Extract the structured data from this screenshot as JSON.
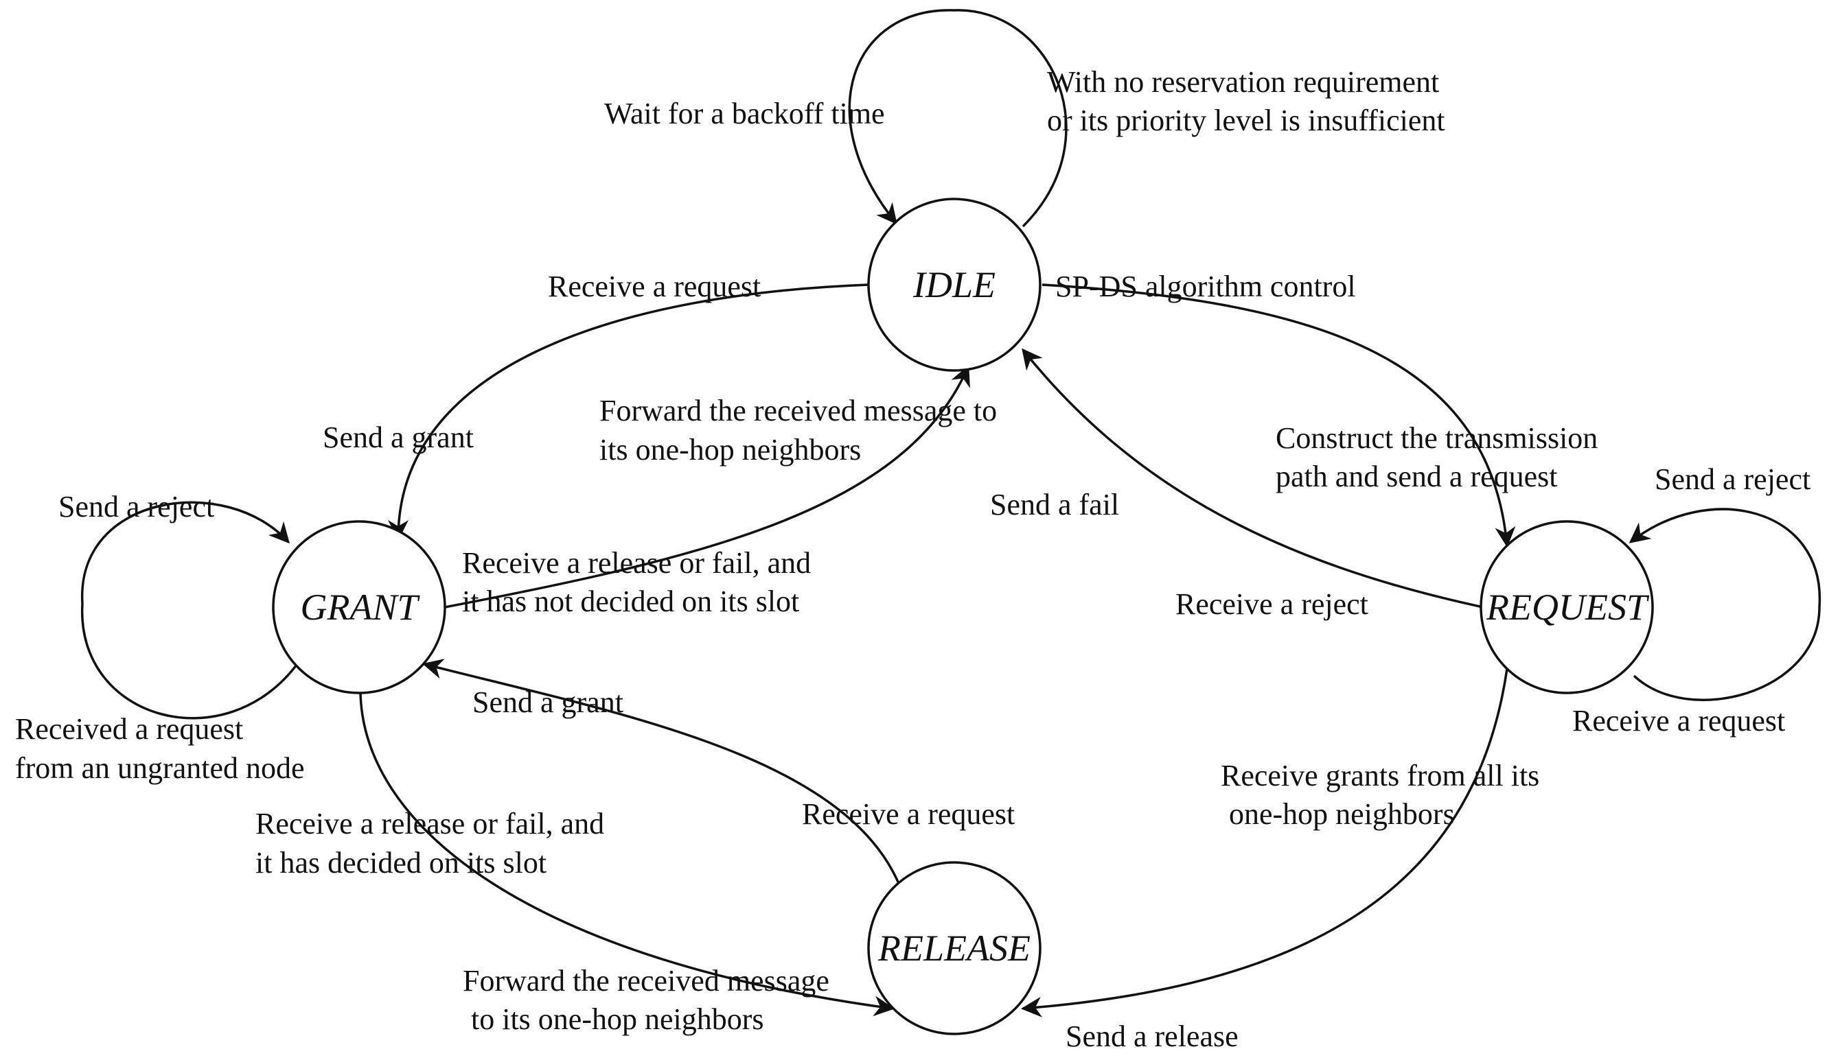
{
  "states": {
    "idle": "IDLE",
    "grant": "GRANT",
    "request": "REQUEST",
    "release": "RELEASE"
  },
  "labels": {
    "idle_self_left": "Wait for a backoff time",
    "idle_self_right_1": "With no reservation requirement",
    "idle_self_right_2": "or its priority level is insufficient",
    "idle_receive_request": "Receive a request",
    "idle_spds": "SP-DS algorithm control",
    "grant_send_grant_top": "Send a grant",
    "forward_top_1": "Forward the received message to",
    "forward_top_2": "its one-hop neighbors",
    "grant_self_reject": "Send a reject",
    "grant_self_received_1": "Received a request",
    "grant_self_received_2": "from an ungranted node",
    "grant_release_not_decided_1": "Receive a release or fail, and",
    "grant_release_not_decided_2": "it has not decided on its slot",
    "construct_1": "Construct the transmission",
    "construct_2": "path and send a request",
    "send_fail": "Send a fail",
    "receive_reject": "Receive a reject",
    "request_self_reject": "Send a reject",
    "request_self_receive": "Receive a request",
    "release_send_grant": "Send a grant",
    "release_receive_request": "Receive a request",
    "grant_release_decided_1": "Receive a release or fail, and",
    "grant_release_decided_2": "it has decided on its slot",
    "receive_grants_1": "Receive grants from all its",
    "receive_grants_2": "one-hop neighbors",
    "forward_bottom_1": "Forward the received message",
    "forward_bottom_2": "to its one-hop neighbors",
    "send_release": "Send a release"
  }
}
